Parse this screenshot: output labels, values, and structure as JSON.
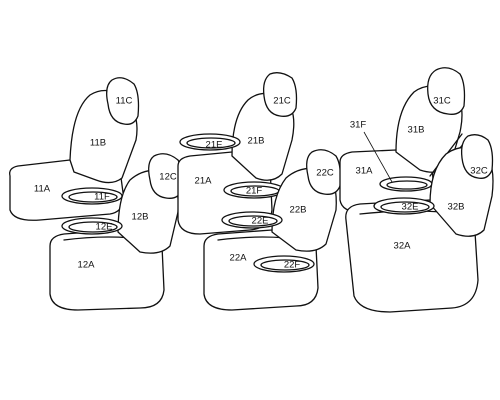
{
  "labels": {
    "s11C": "11C",
    "s11B": "11B",
    "s11A": "11A",
    "s11F": "11F",
    "s12C": "12C",
    "s12B": "12B",
    "s12A": "12A",
    "s12E": "12E",
    "s21C": "21C",
    "s21B": "21B",
    "s21A": "21A",
    "s21E": "21E",
    "s21F": "21F",
    "s22C": "22C",
    "s22B": "22B",
    "s22A": "22A",
    "s22E": "22E",
    "s22F": "22F",
    "s31C": "31C",
    "s31B": "31B",
    "s31A": "31A",
    "s31F": "31F",
    "s32C": "32C",
    "s32B": "32B",
    "s32A": "32A",
    "s32E": "32E"
  }
}
